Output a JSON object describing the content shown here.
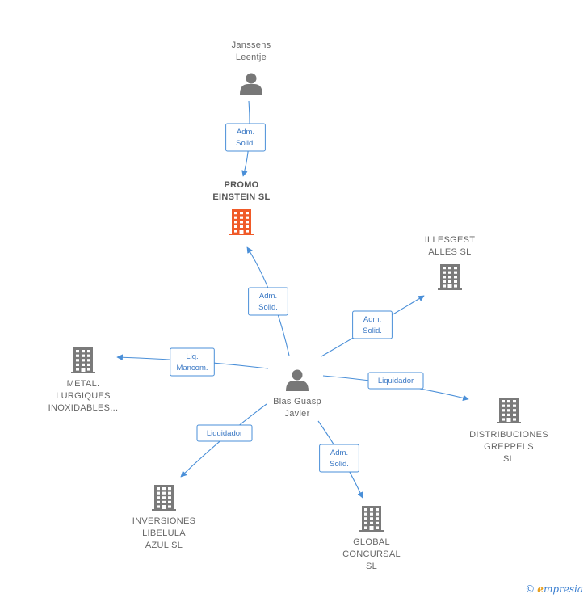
{
  "colors": {
    "edge": "#4a8fd8",
    "company": "#7a7a7a",
    "focus_company": "#f05a28",
    "person": "#777777"
  },
  "nodes": [
    {
      "id": "janssens",
      "type": "person",
      "lines": [
        "Janssens",
        "Leentje"
      ]
    },
    {
      "id": "promo",
      "type": "company-focus",
      "lines": [
        "PROMO",
        "EINSTEIN  SL"
      ]
    },
    {
      "id": "illesgest",
      "type": "company",
      "lines": [
        "ILLESGEST",
        "ALLES  SL"
      ]
    },
    {
      "id": "metal",
      "type": "company",
      "lines": [
        "METAL.",
        "LURGIQUES",
        "INOXIDABLES..."
      ]
    },
    {
      "id": "blas",
      "type": "person",
      "lines": [
        "Blas Guasp",
        "Javier"
      ]
    },
    {
      "id": "distrib",
      "type": "company",
      "lines": [
        "DISTRIBUCIONES",
        "GREPPELS",
        "SL"
      ]
    },
    {
      "id": "inversiones",
      "type": "company",
      "lines": [
        "INVERSIONES",
        "LIBELULA",
        "AZUL SL"
      ]
    },
    {
      "id": "global",
      "type": "company",
      "lines": [
        "GLOBAL",
        "CONCURSAL",
        "SL"
      ]
    }
  ],
  "edges": [
    {
      "from": "janssens",
      "to": "promo",
      "label": [
        "Adm.",
        "Solid."
      ]
    },
    {
      "from": "blas",
      "to": "promo",
      "label": [
        "Adm.",
        "Solid."
      ]
    },
    {
      "from": "blas",
      "to": "illesgest",
      "label": [
        "Adm.",
        "Solid."
      ]
    },
    {
      "from": "blas",
      "to": "metal",
      "label": [
        "Liq.",
        "Mancom."
      ]
    },
    {
      "from": "blas",
      "to": "distrib",
      "label": [
        "Liquidador"
      ]
    },
    {
      "from": "blas",
      "to": "inversiones",
      "label": [
        "Liquidador"
      ]
    },
    {
      "from": "blas",
      "to": "global",
      "label": [
        "Adm.",
        "Solid."
      ]
    }
  ],
  "watermark": {
    "symbol": "©",
    "brand_initial": "e",
    "brand_rest": "mpresia"
  }
}
